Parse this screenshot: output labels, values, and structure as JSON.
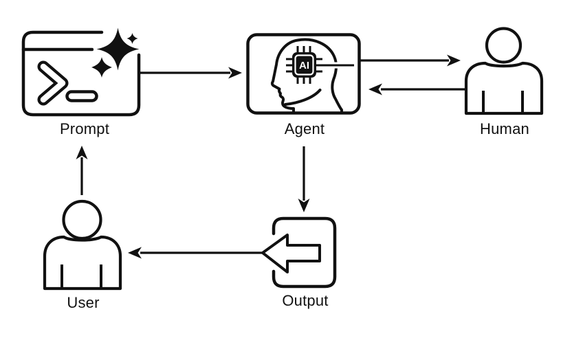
{
  "diagram": {
    "background": "#ffffff",
    "stroke_color": "#111111",
    "nodes": [
      {
        "id": "prompt",
        "label": "Prompt",
        "icon": "terminal-sparkle-icon"
      },
      {
        "id": "agent",
        "label": "Agent",
        "icon": "ai-chip-head-icon",
        "chip_label": "AI"
      },
      {
        "id": "human",
        "label": "Human",
        "icon": "person-icon"
      },
      {
        "id": "output",
        "label": "Output",
        "icon": "export-arrow-icon"
      },
      {
        "id": "user",
        "label": "User",
        "icon": "person-icon"
      }
    ],
    "edges": [
      {
        "from": "prompt",
        "to": "agent"
      },
      {
        "from": "agent",
        "to": "human"
      },
      {
        "from": "human",
        "to": "agent"
      },
      {
        "from": "agent",
        "to": "output"
      },
      {
        "from": "output",
        "to": "user"
      },
      {
        "from": "user",
        "to": "prompt"
      }
    ]
  }
}
